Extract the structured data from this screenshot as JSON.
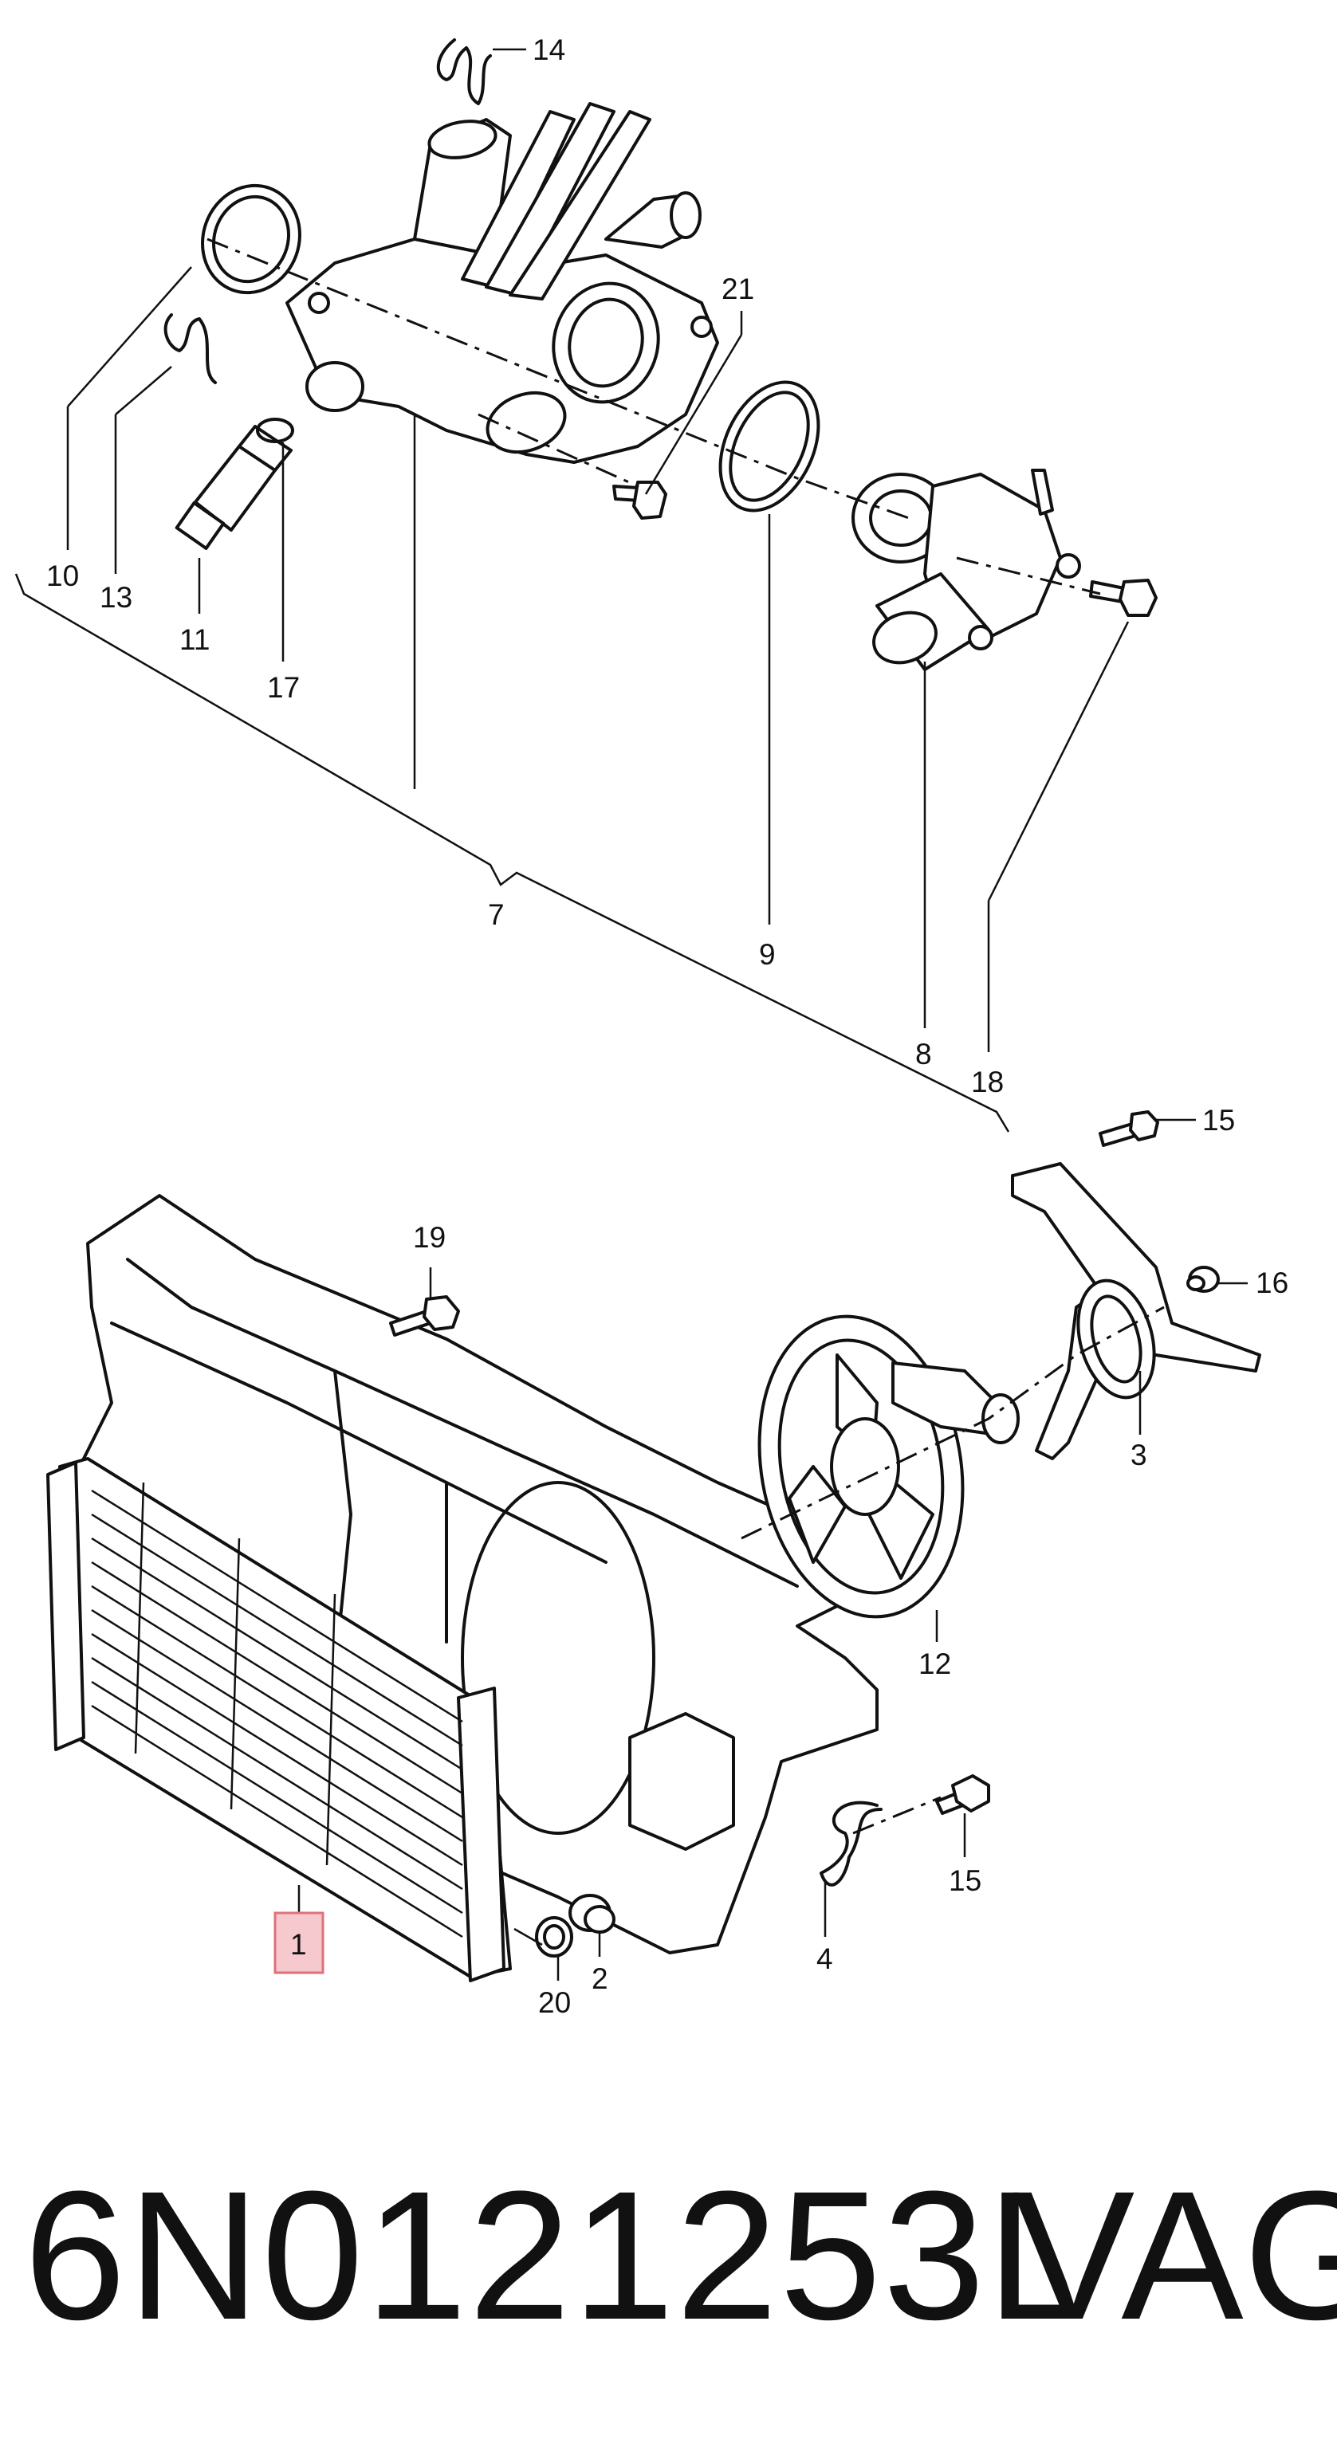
{
  "callouts": {
    "c1": "1",
    "c2": "2",
    "c3": "3",
    "c4": "4",
    "c7": "7",
    "c8": "8",
    "c9": "9",
    "c10": "10",
    "c11": "11",
    "c12": "12",
    "c13": "13",
    "c14": "14",
    "c15a": "15",
    "c15b": "15",
    "c16": "16",
    "c17": "17",
    "c18": "18",
    "c19": "19",
    "c20": "20",
    "c21": "21"
  },
  "footer": {
    "part_number": "6N0121253L",
    "brand": "VAG"
  },
  "colors": {
    "ink": "#111111",
    "highlight_fill": "#f6c9cf",
    "highlight_stroke": "#e0707c"
  }
}
